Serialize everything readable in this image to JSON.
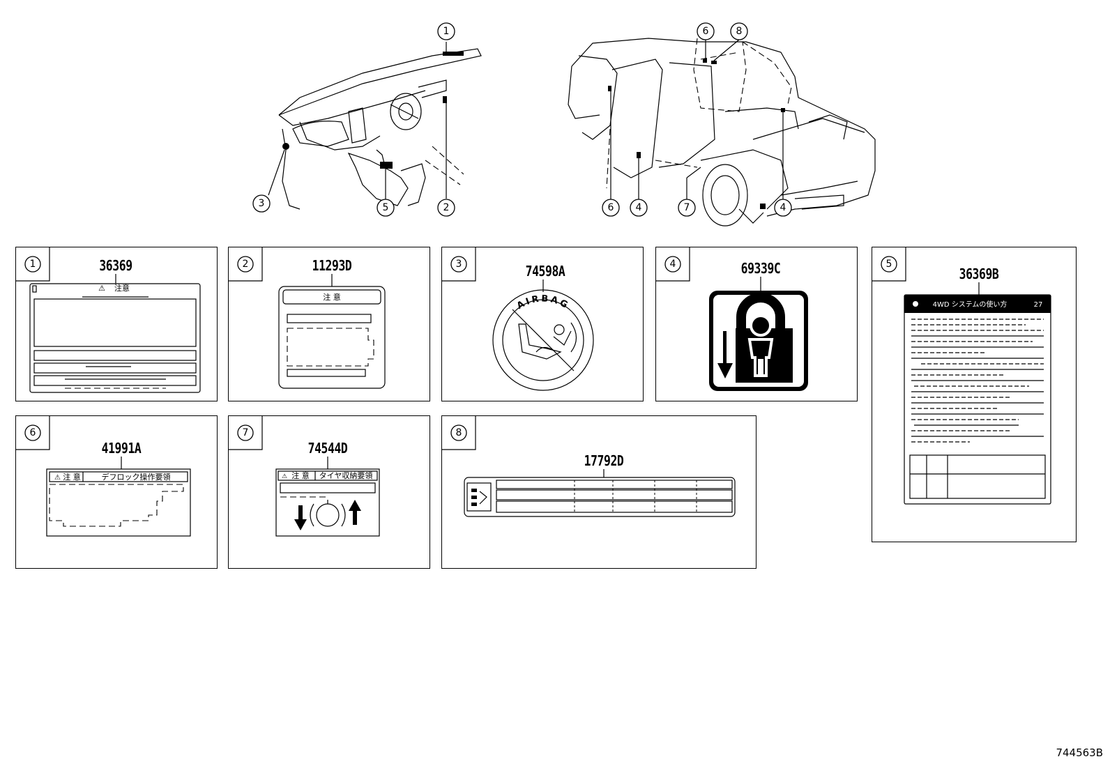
{
  "overview": {
    "dash_callouts": [
      "1",
      "2",
      "3",
      "5"
    ],
    "rear_callouts": [
      "6",
      "8",
      "6",
      "4",
      "7",
      "4"
    ]
  },
  "panels": [
    {
      "no": "1",
      "part": "36369",
      "label_title": "注意"
    },
    {
      "no": "2",
      "part": "11293D",
      "label_title": "注 意"
    },
    {
      "no": "3",
      "part": "74598A",
      "label_text": "AIRBAG"
    },
    {
      "no": "4",
      "part": "69339C"
    },
    {
      "no": "5",
      "part": "36369B",
      "header_text": "4WD システムの使い方",
      "page_no": "27"
    },
    {
      "no": "6",
      "part": "41991A",
      "caution": "注 意",
      "label_title": "デフロック操作要領"
    },
    {
      "no": "7",
      "part": "74544D",
      "caution": "注 意",
      "label_title": "タイヤ収納要領"
    },
    {
      "no": "8",
      "part": "17792D"
    }
  ],
  "footer": {
    "code": "744563B"
  }
}
